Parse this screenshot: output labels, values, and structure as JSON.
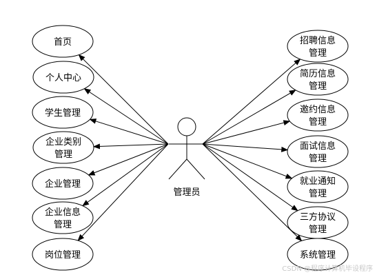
{
  "diagram": {
    "caption_fragment": "",
    "actor": {
      "label": "管理员"
    },
    "left_use_cases": [
      {
        "lines": [
          "首页"
        ]
      },
      {
        "lines": [
          "个人中心"
        ]
      },
      {
        "lines": [
          "学生管理"
        ]
      },
      {
        "lines": [
          "企业类别",
          "管理"
        ]
      },
      {
        "lines": [
          "企业管理"
        ]
      },
      {
        "lines": [
          "企业信息",
          "管理"
        ]
      },
      {
        "lines": [
          "岗位管理"
        ]
      }
    ],
    "right_use_cases": [
      {
        "lines": [
          "招聘信息",
          "管理"
        ]
      },
      {
        "lines": [
          "简历信息",
          "管理"
        ]
      },
      {
        "lines": [
          "邀约信息",
          "管理"
        ]
      },
      {
        "lines": [
          "面试信息",
          "管理"
        ]
      },
      {
        "lines": [
          "就业通知",
          "管理"
        ]
      },
      {
        "lines": [
          "三方协议",
          "管理"
        ]
      },
      {
        "lines": [
          "系统管理"
        ]
      }
    ],
    "watermark": "CSDN @程序计算机毕设程序"
  }
}
